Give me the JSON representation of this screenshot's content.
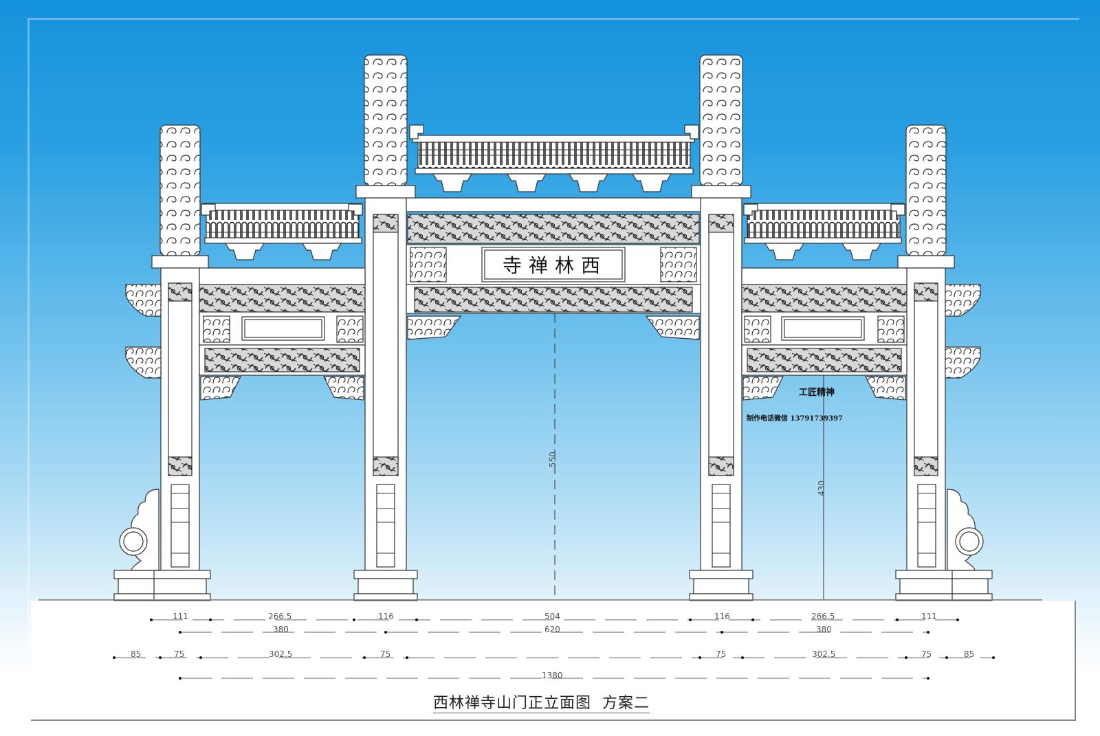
{
  "drawing": {
    "title": "西林禅寺山门正立面图  方案二",
    "plaque_text": "寺禅林西",
    "annotation_craft": "工匠精神",
    "annotation_contact": "制作电话微信 13791739397",
    "colors": {
      "sky_top": "#1592dc",
      "sky_bottom": "#eef8fd",
      "stone": "#ffffff",
      "line": "#333333",
      "carving_dark": "#2b2b2b"
    }
  },
  "vertical_dims": {
    "center_height": "550",
    "side_height": "430"
  },
  "dims": {
    "row1": [
      "111",
      "266.5",
      "116",
      "504",
      "116",
      "266.5",
      "111"
    ],
    "row2": [
      "380",
      "620",
      "380"
    ],
    "row3": [
      "85",
      "75",
      "302.5",
      "75",
      "75",
      "302.5",
      "75",
      "85"
    ],
    "row4": [
      "1380"
    ]
  }
}
